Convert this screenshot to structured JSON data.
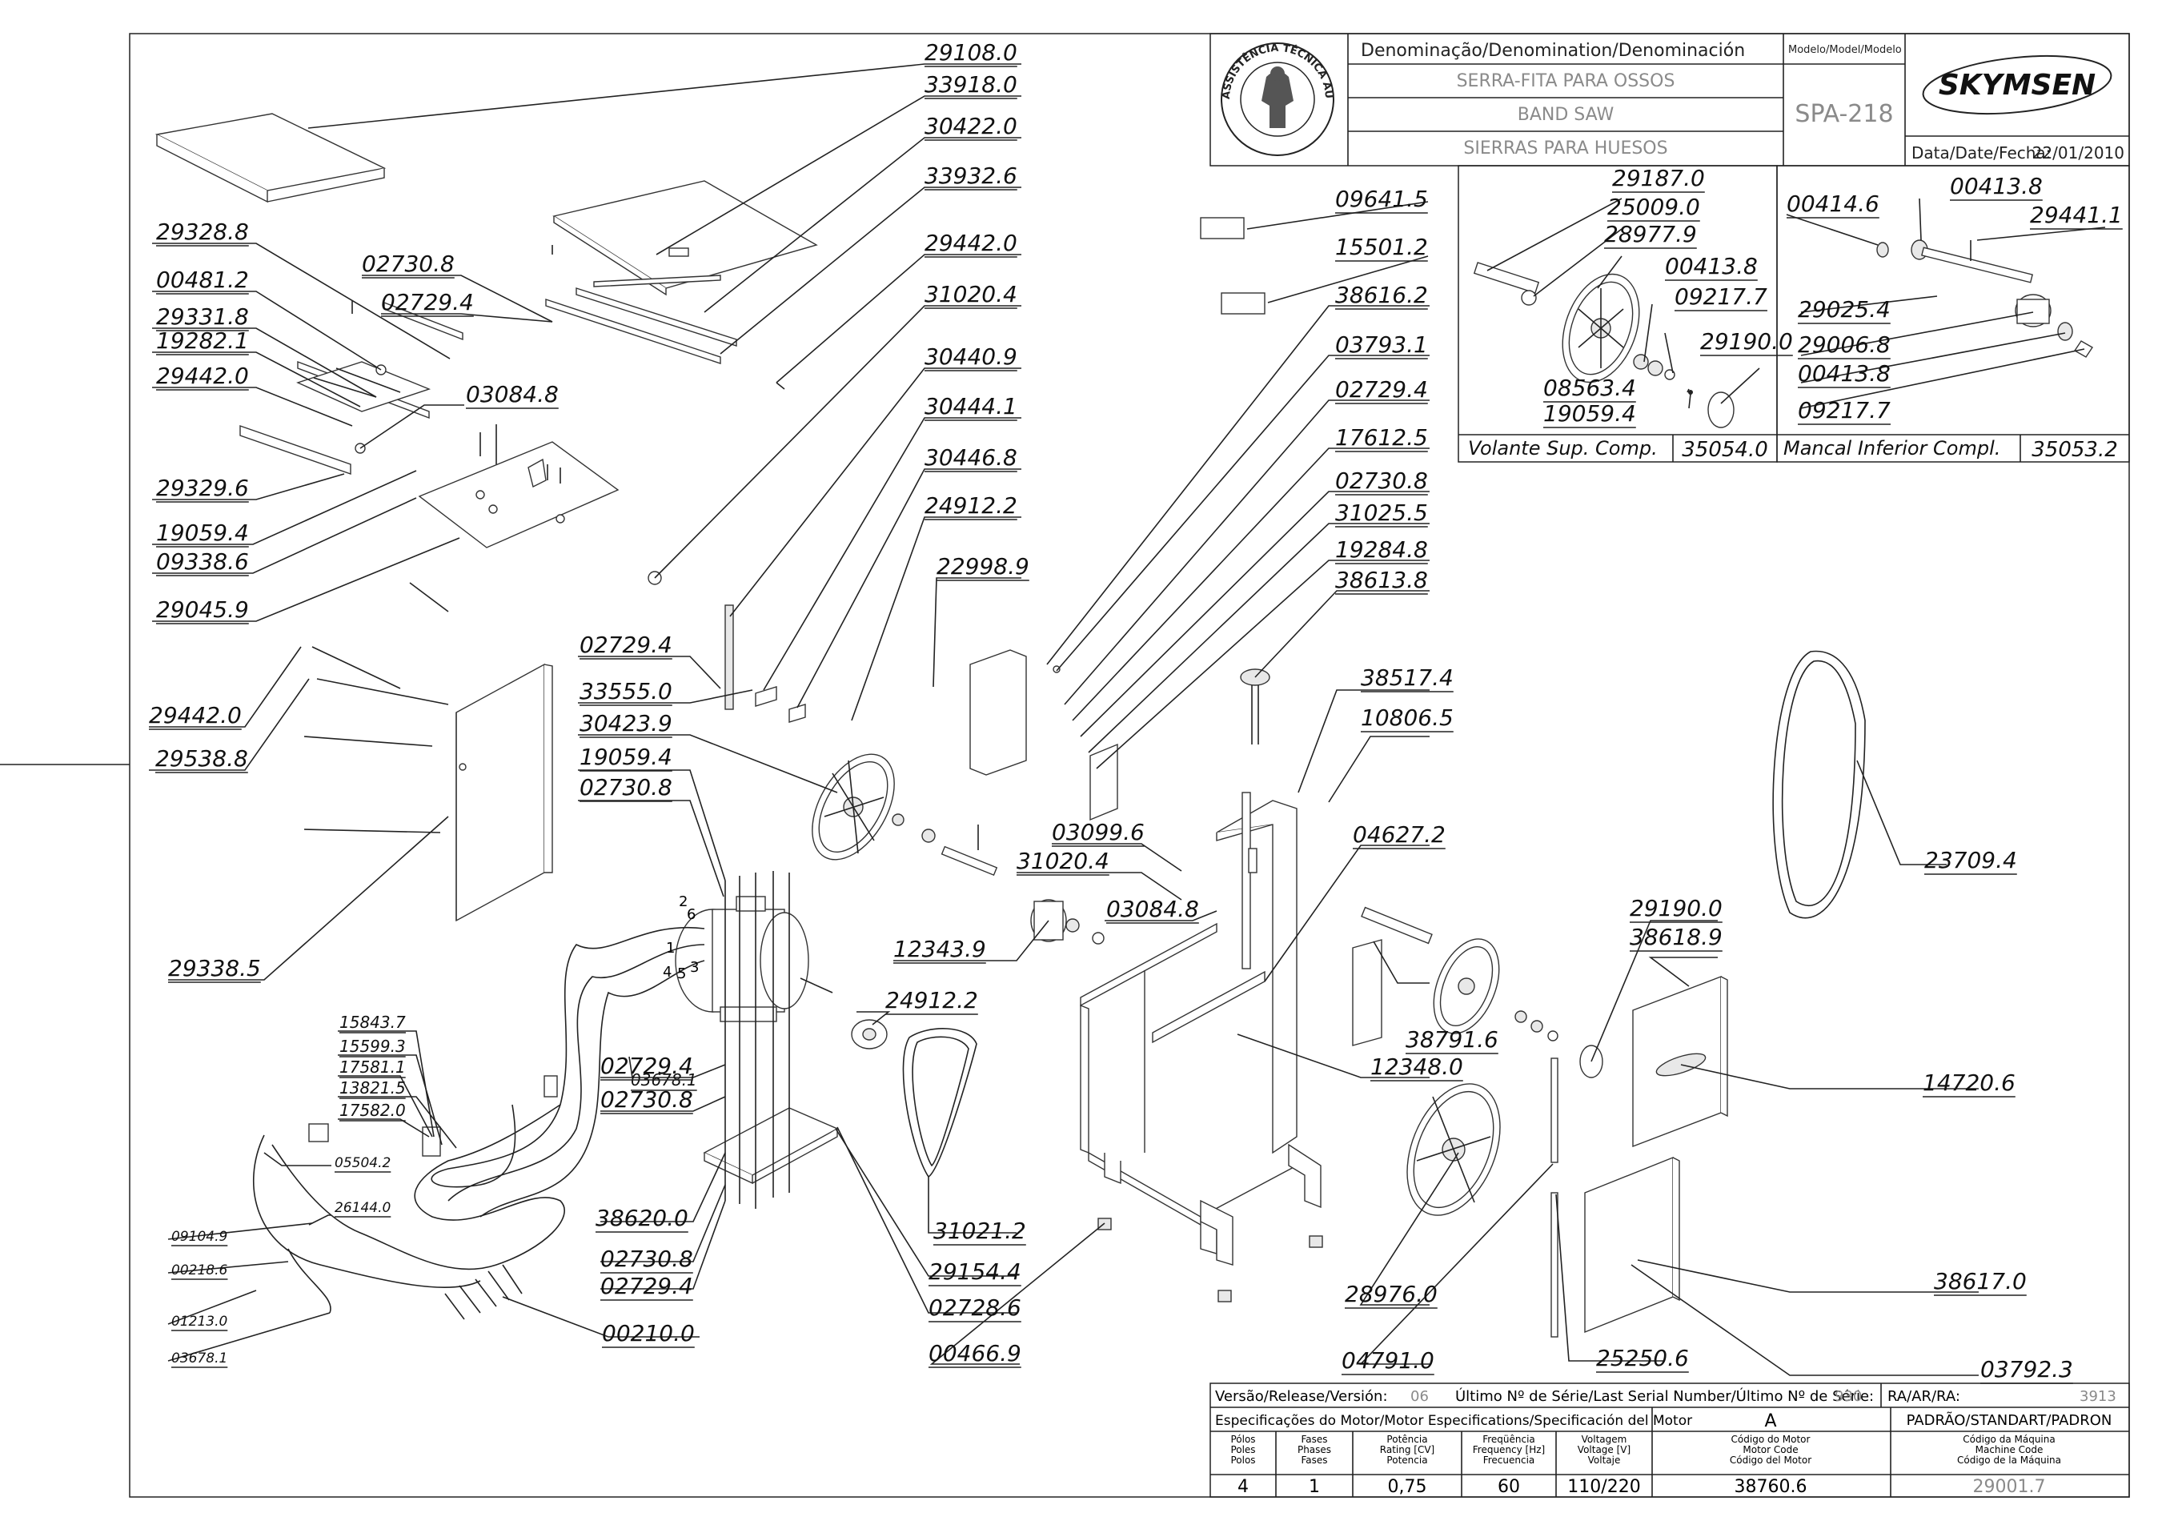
{
  "title_block": {
    "denomination_header": "Denominação/Denomination/Denominación",
    "model_header": "Modelo/Model/Modelo",
    "name_pt": "SERRA-FITA PARA OSSOS",
    "name_en": "BAND SAW",
    "name_es": "SIERRAS PARA HUESOS",
    "model": "SPA-218",
    "brand": "SKYMSEN",
    "date_label": "Data/Date/Fecha:",
    "date": "22/01/2010",
    "seal_text": "ASSISTÊNCIA TÉCNICA AUTORIZADA"
  },
  "insets": {
    "upper_wheel_label": "Volante Sup. Comp.",
    "upper_wheel_code": "35054.0",
    "lower_bearing_label": "Mancal Inferior Compl.",
    "lower_bearing_code": "35053.2"
  },
  "callouts": [
    {
      "id": "c1",
      "text": "29108.0"
    },
    {
      "id": "c2",
      "text": "33918.0"
    },
    {
      "id": "c3",
      "text": "30422.0"
    },
    {
      "id": "c4",
      "text": "33932.6"
    },
    {
      "id": "c5",
      "text": "29442.0"
    },
    {
      "id": "c6",
      "text": "31020.4"
    },
    {
      "id": "c7",
      "text": "30440.9"
    },
    {
      "id": "c8",
      "text": "30444.1"
    },
    {
      "id": "c9",
      "text": "30446.8"
    },
    {
      "id": "c10",
      "text": "24912.2"
    },
    {
      "id": "c11",
      "text": "22998.9"
    },
    {
      "id": "c12",
      "text": "29328.8"
    },
    {
      "id": "c13",
      "text": "00481.2"
    },
    {
      "id": "c14",
      "text": "29331.8"
    },
    {
      "id": "c15",
      "text": "19282.1"
    },
    {
      "id": "c16",
      "text": "29442.0"
    },
    {
      "id": "c17",
      "text": "02730.8"
    },
    {
      "id": "c18",
      "text": "02729.4"
    },
    {
      "id": "c19",
      "text": "03084.8"
    },
    {
      "id": "c20",
      "text": "29329.6"
    },
    {
      "id": "c21",
      "text": "19059.4"
    },
    {
      "id": "c22",
      "text": "09338.6"
    },
    {
      "id": "c23",
      "text": "29045.9"
    },
    {
      "id": "c24",
      "text": "29442.0"
    },
    {
      "id": "c25",
      "text": "29538.8"
    },
    {
      "id": "c26",
      "text": "29338.5"
    },
    {
      "id": "c27",
      "text": "02729.4"
    },
    {
      "id": "c28",
      "text": "33555.0"
    },
    {
      "id": "c29",
      "text": "30423.9"
    },
    {
      "id": "c30",
      "text": "19059.4"
    },
    {
      "id": "c31",
      "text": "02730.8"
    },
    {
      "id": "c32",
      "text": "03099.6"
    },
    {
      "id": "c33",
      "text": "31020.4"
    },
    {
      "id": "c34",
      "text": "03084.8"
    },
    {
      "id": "c35",
      "text": "12343.9"
    },
    {
      "id": "c36",
      "text": "24912.2"
    },
    {
      "id": "c37",
      "text": "09641.5"
    },
    {
      "id": "c38",
      "text": "15501.2"
    },
    {
      "id": "c39",
      "text": "38616.2"
    },
    {
      "id": "c40",
      "text": "03793.1"
    },
    {
      "id": "c41",
      "text": "02729.4"
    },
    {
      "id": "c42",
      "text": "17612.5"
    },
    {
      "id": "c43",
      "text": "02730.8"
    },
    {
      "id": "c44",
      "text": "31025.5"
    },
    {
      "id": "c45",
      "text": "19284.8"
    },
    {
      "id": "c46",
      "text": "38613.8"
    },
    {
      "id": "c47",
      "text": "38517.4"
    },
    {
      "id": "c48",
      "text": "10806.5"
    },
    {
      "id": "c49",
      "text": "04627.2"
    },
    {
      "id": "c50",
      "text": "38791.6"
    },
    {
      "id": "c51",
      "text": "12348.0"
    },
    {
      "id": "c52",
      "text": "28976.0"
    },
    {
      "id": "c53",
      "text": "04791.0"
    },
    {
      "id": "c54",
      "text": "25250.6"
    },
    {
      "id": "c55",
      "text": "23709.4"
    },
    {
      "id": "c56",
      "text": "29190.0"
    },
    {
      "id": "c57",
      "text": "38618.9"
    },
    {
      "id": "c58",
      "text": "14720.6"
    },
    {
      "id": "c59",
      "text": "38617.0"
    },
    {
      "id": "c60",
      "text": "03792.3"
    },
    {
      "id": "c61",
      "text": "00466.9"
    },
    {
      "id": "c62",
      "text": "02728.6"
    },
    {
      "id": "c63",
      "text": "29154.4"
    },
    {
      "id": "c64",
      "text": "31021.2"
    },
    {
      "id": "c65",
      "text": "02729.4"
    },
    {
      "id": "c66",
      "text": "02730.8"
    },
    {
      "id": "c67",
      "text": "38620.0"
    },
    {
      "id": "c68",
      "text": "02730.8"
    },
    {
      "id": "c69",
      "text": "02729.4"
    },
    {
      "id": "c70",
      "text": "00210.0"
    },
    {
      "id": "c71",
      "text": "03678.1"
    },
    {
      "id": "c72",
      "text": "15843.7"
    },
    {
      "id": "c73",
      "text": "15599.3"
    },
    {
      "id": "c74",
      "text": "17581.1"
    },
    {
      "id": "c75",
      "text": "13821.5"
    },
    {
      "id": "c76",
      "text": "17582.0"
    },
    {
      "id": "c77",
      "text": "05504.2"
    },
    {
      "id": "c78",
      "text": "26144.0"
    },
    {
      "id": "c79",
      "text": "09104.9"
    },
    {
      "id": "c80",
      "text": "00218.6"
    },
    {
      "id": "c81",
      "text": "01213.0"
    },
    {
      "id": "c82",
      "text": "03678.1"
    },
    {
      "id": "i1",
      "text": "29187.0"
    },
    {
      "id": "i2",
      "text": "25009.0"
    },
    {
      "id": "i3",
      "text": "28977.9"
    },
    {
      "id": "i4",
      "text": "00413.8"
    },
    {
      "id": "i5",
      "text": "09217.7"
    },
    {
      "id": "i6",
      "text": "29190.0"
    },
    {
      "id": "i7",
      "text": "08563.4"
    },
    {
      "id": "i8",
      "text": "19059.4"
    },
    {
      "id": "i9",
      "text": "00413.8"
    },
    {
      "id": "i10",
      "text": "00414.6"
    },
    {
      "id": "i11",
      "text": "29441.1"
    },
    {
      "id": "i12",
      "text": "29025.4"
    },
    {
      "id": "i13",
      "text": "29006.8"
    },
    {
      "id": "i14",
      "text": "00413.8"
    },
    {
      "id": "i15",
      "text": "09217.7"
    }
  ],
  "wire_numbers": [
    "2",
    "6",
    "1",
    "4",
    "5",
    "3"
  ],
  "footer": {
    "release_label": "Versão/Release/Versión:",
    "release": "06",
    "serial_label": "Último Nº de Série/Last Serial Number/Último Nº de Série:",
    "serial": "930",
    "ra_label": "RA/AR/RA:",
    "ra": "3913",
    "motor_spec_label": "Especificações do Motor/Motor Especifications/Specificación del Motor",
    "revision": "A",
    "standard": "PADRÃO/STANDART/PADRON",
    "columns": [
      "Pólos\nPoles\nPolos",
      "Fases\nPhases\nFases",
      "Potência\nRating [CV]\nPotencia",
      "Freqüência\nFrequency [Hz]\nFrecuencia",
      "Voltagem\nVoltage [V]\nVoltaje",
      "Código do Motor\nMotor Code\nCódigo del Motor",
      "Código da Máquina\nMachine Code\nCódigo de la Máquina"
    ],
    "values": [
      "4",
      "1",
      "0,75",
      "60",
      "110/220",
      "38760.6",
      "29001.7"
    ]
  },
  "colors": {
    "line": "#222222",
    "muted_text": "#8a8a8a"
  }
}
